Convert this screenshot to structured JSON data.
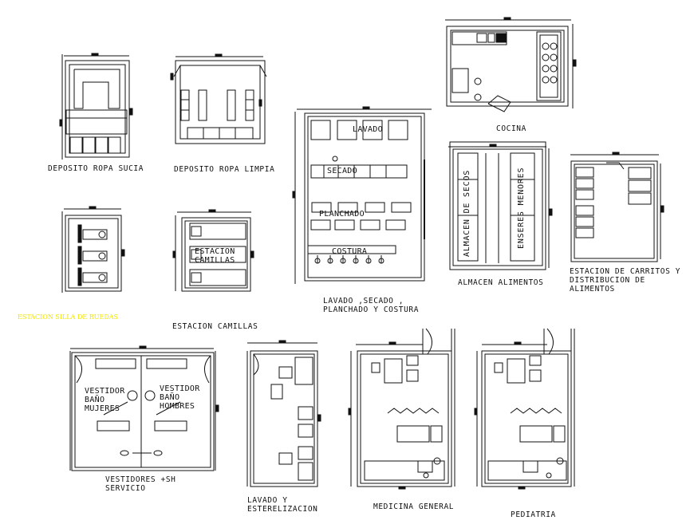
{
  "labels": {
    "deposito_ropa_sucia": "DEPOSITO ROPA SUCIA",
    "deposito_ropa_limpia": "DEPOSITO ROPA LIMPIA",
    "lavado_secado_line1": "LAVADO ,SECADO ,",
    "lavado_secado_line2": "PLANCHADO Y COSTURA",
    "cocina": "COCINA",
    "almacen_alimentos": "ALMACEN ALIMENTOS",
    "estacion_carritos_line1": "ESTACION DE CARRITOS Y",
    "estacion_carritos_line2": "DISTRIBUCION DE",
    "estacion_carritos_line3": "ALIMENTOS",
    "estacion_silla_ruedas": "ESTACION SILLA DE RUEDAS",
    "estacion_camillas": "ESTACION CAMILLAS",
    "vestidores_line1": "VESTIDORES +SH",
    "vestidores_line2": "SERVICIO",
    "lavado_esterelizacion_line1": "LAVADO Y",
    "lavado_esterelizacion_line2": "ESTERELIZACION",
    "medicina_general": "MEDICINA GENERAL",
    "pediatria": "PEDIATRIA"
  },
  "inner_text": {
    "lavado": "LAVADO",
    "secado": "SECADO",
    "planchado": "PLANCHADO",
    "costura": "COSTURA",
    "estacion_camillas_l1": "ESTACION",
    "estacion_camillas_l2": "CAMILLAS",
    "almacen_de_secos": "ALMACEN DE SECOS",
    "enseres_menores": "ENSERES MENORES",
    "vestidor_mujeres_l1": "VESTIDOR",
    "vestidor_mujeres_l2": "BAÑO",
    "vestidor_mujeres_l3": "MUJERES",
    "vestidor_hombres_l1": "VESTIDOR",
    "vestidor_hombres_l2": "BAÑO",
    "vestidor_hombres_l3": "HOMBRES"
  },
  "colors": {
    "line": "#111111",
    "background": "#ffffff",
    "highlight_text": "#f2e600"
  }
}
